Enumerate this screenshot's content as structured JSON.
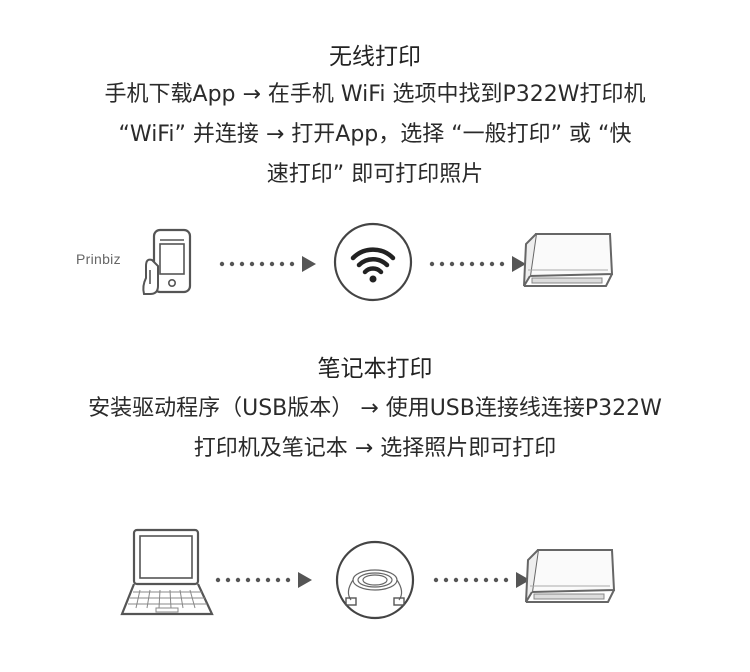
{
  "wifi_section": {
    "heading": "无线打印",
    "lines": [
      "手机下载App → 在手机 WiFi 选项中找到P322W打印机",
      "“WiFi” 并连接 → 打开App，选择 “一般打印” 或 “快",
      "速打印” 即可打印照片"
    ],
    "brand_label": "Prinbiz",
    "icons": [
      "phone-icon",
      "dotted-arrow-icon",
      "wifi-icon",
      "dotted-arrow-icon",
      "printer-icon"
    ]
  },
  "usb_section": {
    "heading": "笔记本打印",
    "lines": [
      "安装驱动程序（USB版本） → 使用USB连接线连接P322W",
      "打印机及笔记本 → 选择照片即可打印"
    ],
    "icons": [
      "laptop-icon",
      "dotted-arrow-icon",
      "usb-cable-icon",
      "dotted-arrow-icon",
      "printer-icon"
    ]
  }
}
